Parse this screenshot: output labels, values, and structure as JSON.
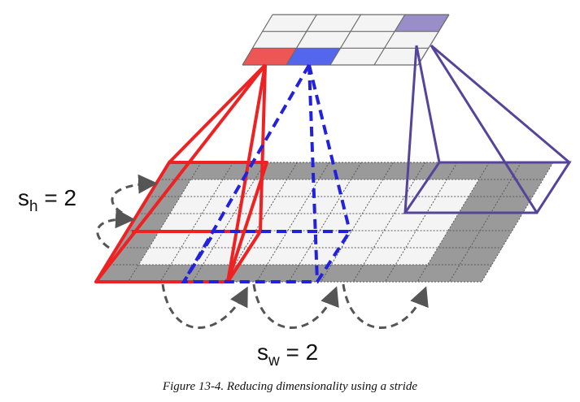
{
  "labels": {
    "sh_symbol": "s",
    "sh_sub": "h",
    "sh_value": " = 2",
    "sw_symbol": "s",
    "sw_sub": "w",
    "sw_value": " = 2"
  },
  "caption": "Figure 13-4. Reducing dimensionality using a stride",
  "colors": {
    "red": "#ee2222",
    "blue": "#2222dd",
    "purple": "#55449a",
    "padding": "#9a9a9a",
    "cell": "#f4f4f4",
    "red_cell": "#ee5555",
    "blue_cell": "#5566ee",
    "purple_cell": "#9a8ec8",
    "arrow": "#555555"
  }
}
